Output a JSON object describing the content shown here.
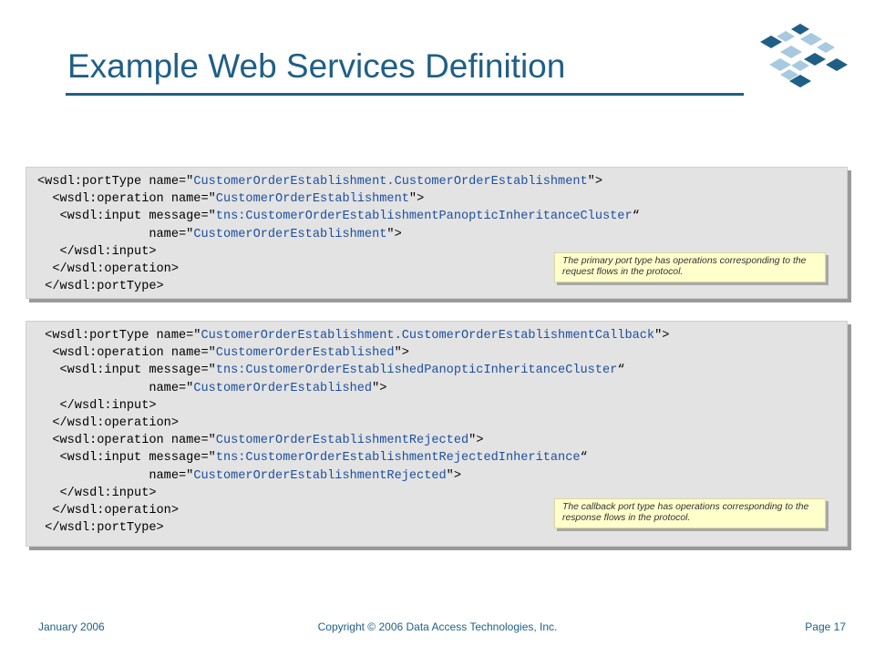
{
  "slide": {
    "title": "Example Web Services Definition"
  },
  "logo": {
    "icon": "diamond-grid-logo-icon",
    "colors": [
      "#1f5f86",
      "#a8c9e0"
    ]
  },
  "code_block_1": {
    "lines": [
      [
        "<wsdl:portType name=\"",
        "CustomerOrderEstablishment.CustomerOrderEstablishment",
        "\">"
      ],
      [
        "  <wsdl:operation name=\"",
        "CustomerOrderEstablishment",
        "\">"
      ],
      [
        "   <wsdl:input message=\"",
        "tns:CustomerOrderEstablishmentPanopticInheritanceCluster",
        "“"
      ],
      [
        "               name=\"",
        "CustomerOrderEstablishment",
        "\">"
      ],
      [
        "   </wsdl:input>",
        "",
        ""
      ],
      [
        "  </wsdl:operation>",
        "",
        ""
      ],
      [
        " </wsdl:portType>",
        "",
        ""
      ]
    ],
    "note": "The primary port type has operations corresponding to the request flows in the protocol."
  },
  "code_block_2": {
    "lines": [
      [
        " <wsdl:portType name=\"",
        "CustomerOrderEstablishment.CustomerOrderEstablishmentCallback",
        "\">"
      ],
      [
        "  <wsdl:operation name=\"",
        "CustomerOrderEstablished",
        "\">"
      ],
      [
        "   <wsdl:input message=\"",
        "tns:CustomerOrderEstablishedPanopticInheritanceCluster",
        "“"
      ],
      [
        "               name=\"",
        "CustomerOrderEstablished",
        "\">"
      ],
      [
        "   </wsdl:input>",
        "",
        ""
      ],
      [
        "  </wsdl:operation>",
        "",
        ""
      ],
      [
        "  <wsdl:operation name=\"",
        "CustomerOrderEstablishmentRejected",
        "\">"
      ],
      [
        "   <wsdl:input message=\"",
        "tns:CustomerOrderEstablishmentRejectedInheritance",
        "“"
      ],
      [
        "               name=\"",
        "CustomerOrderEstablishmentRejected",
        "\">"
      ],
      [
        "   </wsdl:input>",
        "",
        ""
      ],
      [
        "  </wsdl:operation>",
        "",
        ""
      ],
      [
        " </wsdl:portType>",
        "",
        ""
      ]
    ],
    "note": "The callback port type has operations corresponding to the response flows in the protocol."
  },
  "footer": {
    "date": "January 2006",
    "copyright": "Copyright © 2006 Data Access Technologies, Inc.",
    "page": "Page 17"
  },
  "colors": {
    "title": "#1f5f86",
    "code_value": "#1d4f9e",
    "code_bg": "#e3e3e3",
    "note_bg": "#ffffcc"
  }
}
